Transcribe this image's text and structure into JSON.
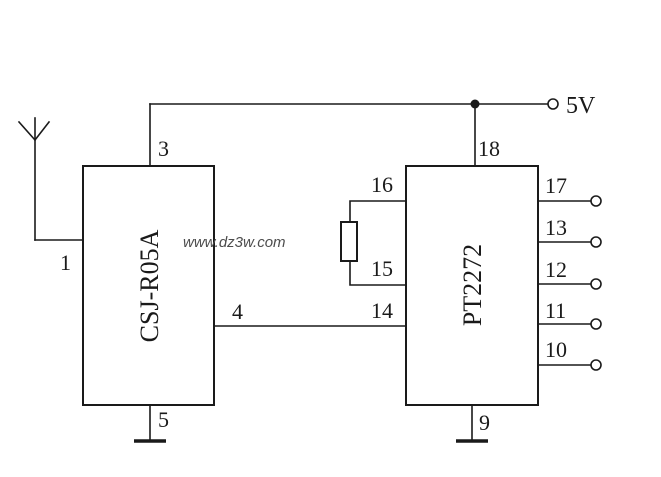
{
  "supply": {
    "label": "5V"
  },
  "watermark": "www.dz3w.com",
  "receiver": {
    "name": "CSJ-R05A",
    "pins": {
      "antenna": "1",
      "vcc": "3",
      "data": "4",
      "gnd": "5"
    }
  },
  "decoder": {
    "name": "PT2272",
    "pins": {
      "vcc": "18",
      "osc1": "16",
      "osc2": "15",
      "din": "14",
      "gnd": "9",
      "outputs": [
        "17",
        "13",
        "12",
        "11",
        "10"
      ]
    }
  }
}
